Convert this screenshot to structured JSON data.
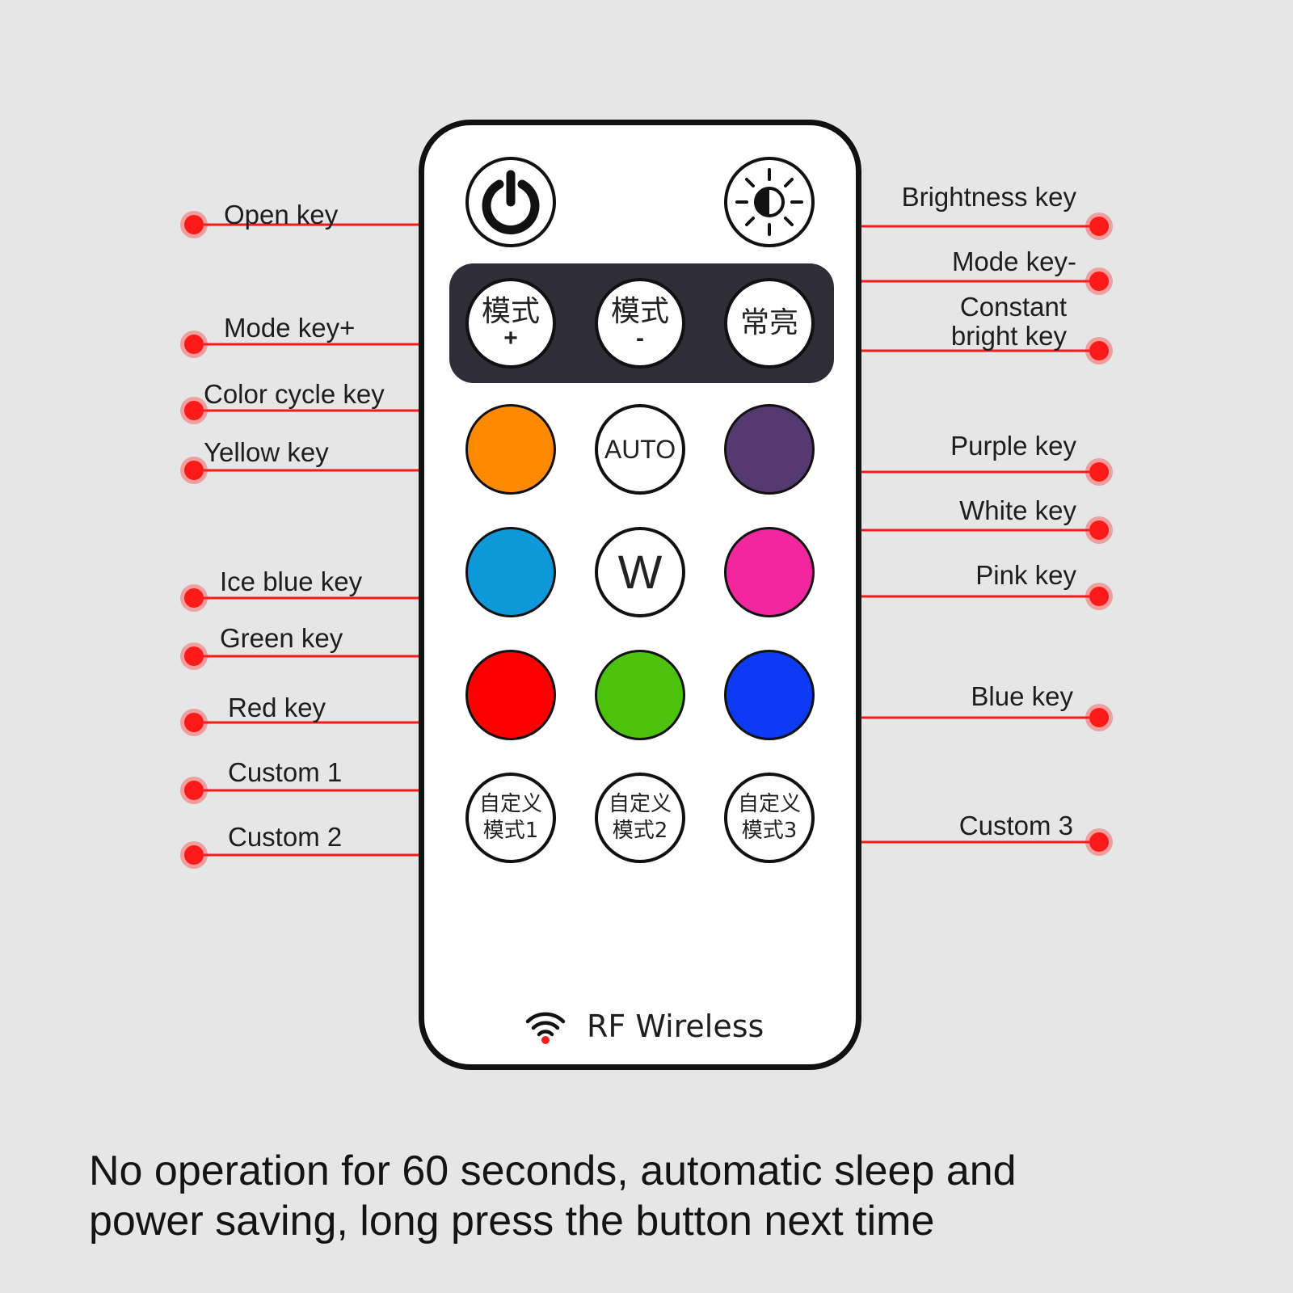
{
  "remote": {
    "buttons": {
      "power": {
        "icon": "power-icon"
      },
      "brightness": {
        "icon": "brightness-icon"
      },
      "mode_plus": {
        "line1": "模式",
        "line2": "+"
      },
      "mode_minus": {
        "line1": "模式",
        "line2": "-"
      },
      "constant": {
        "line1": "常亮"
      },
      "orange": {
        "color": "#ff8a00"
      },
      "auto": {
        "text": "AUTO"
      },
      "purple": {
        "color": "#553a72"
      },
      "ice_blue": {
        "color": "#0d99d9"
      },
      "white": {
        "text": "W"
      },
      "pink": {
        "color": "#f2269e"
      },
      "red": {
        "color": "#ff0000"
      },
      "green": {
        "color": "#4cc20d"
      },
      "blue": {
        "color": "#0c3af5"
      },
      "custom1": {
        "line1": "自定义",
        "line2": "模式1"
      },
      "custom2": {
        "line1": "自定义",
        "line2": "模式2"
      },
      "custom3": {
        "line1": "自定义",
        "line2": "模式3"
      }
    },
    "footer": {
      "text": "RF Wireless",
      "icon": "wifi-icon"
    }
  },
  "labels": {
    "open": "Open key",
    "brightness": "Brightness key",
    "mode_minus": "Mode key-",
    "mode_plus": "Mode key+",
    "constant_line1": "Constant",
    "constant_line2": "bright key",
    "color_cycle": "Color cycle key",
    "yellow": "Yellow key",
    "purple": "Purple key",
    "white": "White key",
    "ice_blue": "Ice blue key",
    "pink": "Pink key",
    "green": "Green key",
    "red": "Red key",
    "blue": "Blue key",
    "custom1": "Custom 1",
    "custom2": "Custom 2",
    "custom3": "Custom 3"
  },
  "note": {
    "line1": "No operation for 60 seconds, automatic sleep and",
    "line2": "power saving, long press the button next time"
  },
  "colors": {
    "leader": "#ff1a1a",
    "dot": "#ff1a1a"
  }
}
